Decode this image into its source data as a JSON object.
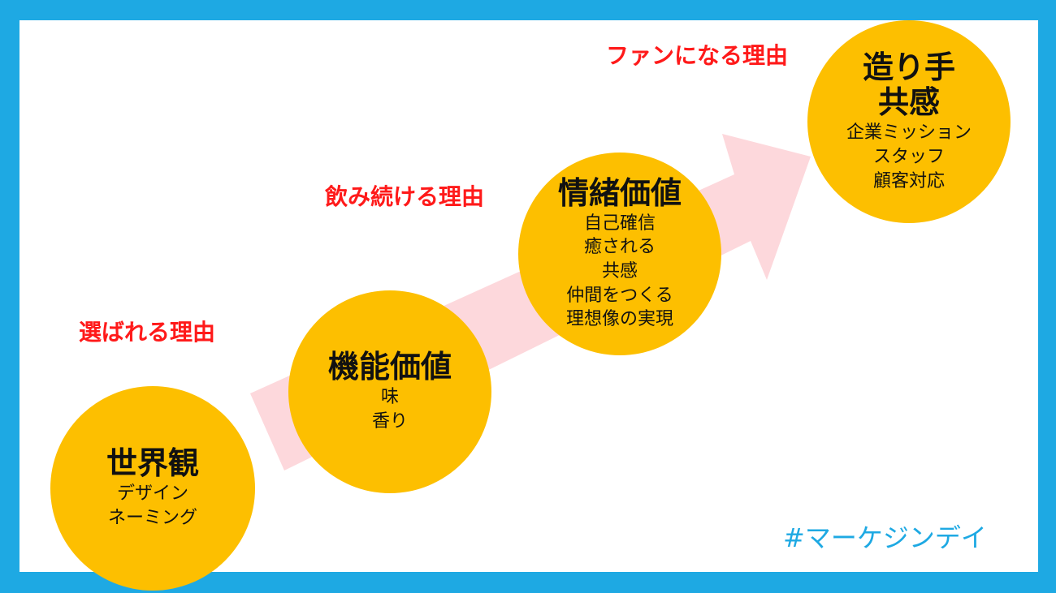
{
  "colors": {
    "frame": "#1ea9e3",
    "circle": "#fdbf00",
    "reason_text": "#ff1a1a",
    "arrow": "#fdd8dc",
    "hashtag": "#1ea9e3"
  },
  "reasons": {
    "chosen": "選ばれる理由",
    "continue": "飲み続ける理由",
    "fan": "ファンになる理由"
  },
  "stages": {
    "worldview": {
      "title": "世界観",
      "items": [
        "デザイン",
        "ネーミング"
      ]
    },
    "functional": {
      "title": "機能価値",
      "items": [
        "味",
        "香り"
      ]
    },
    "emotional": {
      "title": "情緒価値",
      "items": [
        "自己確信",
        "癒される",
        "共感",
        "仲間をつくる",
        "理想像の実現"
      ]
    },
    "maker": {
      "title_line1": "造り手",
      "title_line2": "共感",
      "items": [
        "企業ミッション",
        "スタッフ",
        "顧客対応"
      ]
    }
  },
  "hashtag": "#マーケジンデイ",
  "icons": {
    "progress_arrow": "diagonal-up-arrow"
  }
}
